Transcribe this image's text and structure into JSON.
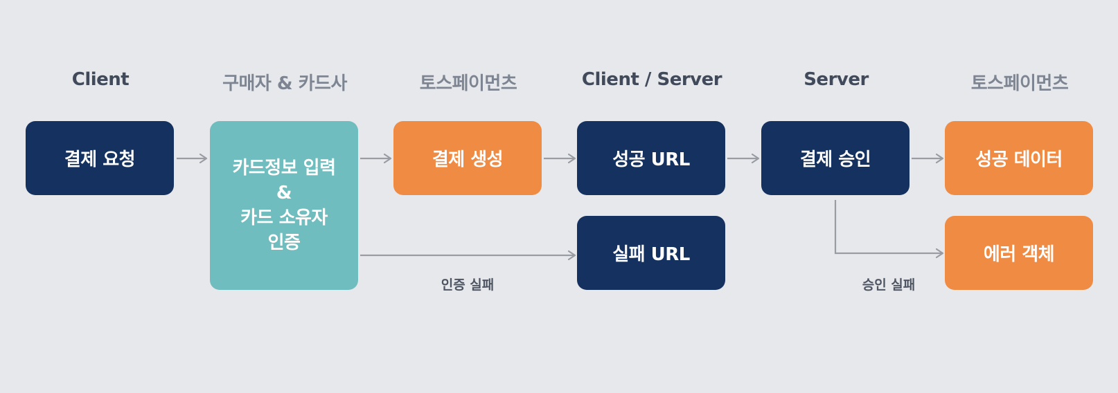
{
  "colors": {
    "background": "#e7e8ec",
    "navy": "#14315f",
    "teal": "#6fbdbe",
    "orange": "#ef8b43",
    "arrow": "#9a9ca4",
    "header_dark": "#414a5a",
    "header_muted": "#7e8592"
  },
  "headers": {
    "client": "Client",
    "buyer_card": "구매자 & 카드사",
    "toss_1": "토스페이먼츠",
    "client_server": "Client / Server",
    "server": "Server",
    "toss_2": "토스페이먼츠"
  },
  "nodes": {
    "payment_request": "결제 요청",
    "card_input": {
      "line1": "카드정보 입력",
      "line2": "&",
      "line3": "카드 소유자",
      "line4": "인증"
    },
    "payment_create": "결제 생성",
    "success_url": "성공 URL",
    "fail_url": "실패 URL",
    "payment_approve": "결제 승인",
    "success_data": "성공 데이터",
    "error_object": "에러 객체"
  },
  "edge_labels": {
    "auth_fail": "인증 실패",
    "approve_fail": "승인 실패"
  }
}
